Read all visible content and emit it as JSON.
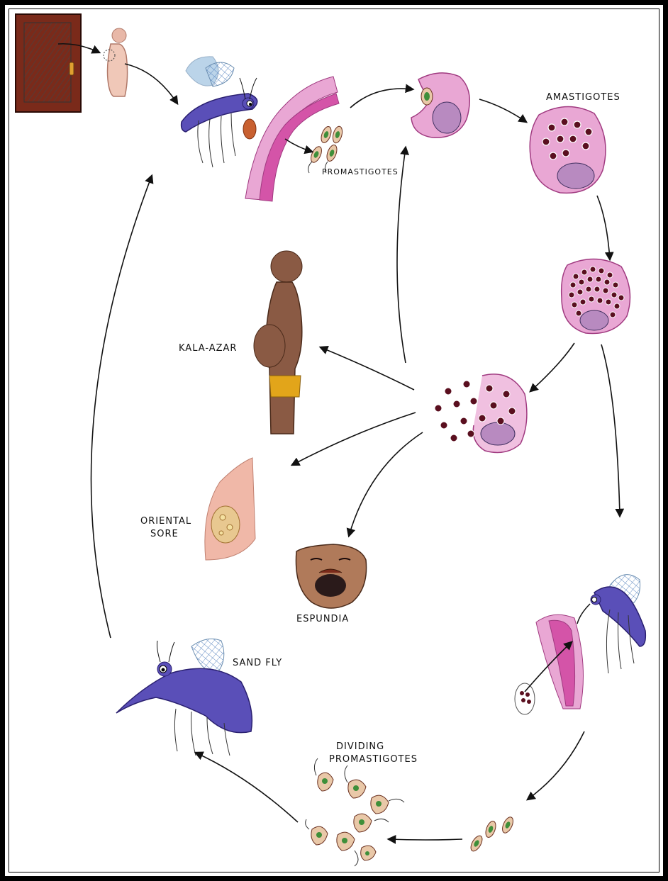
{
  "labels": {
    "amastigotes": "AMASTIGOTES",
    "promastigotes": "PROMASTIGOTES",
    "kala_azar": "KALA-AZAR",
    "oriental_sore_line1": "ORIENTAL",
    "oriental_sore_line2": "SORE",
    "espundia": "ESPUNDIA",
    "sand_fly": "SAND FLY",
    "dividing_line1": "DIVIDING",
    "dividing_line2": "PROMASTIGOTES"
  },
  "colors": {
    "frame": "#000000",
    "door": "#7a2a1a",
    "fly_body": "#5a4fb8",
    "fly_wing": "#9fc3e0",
    "cell": "#e9a7d4",
    "tissue": "#d454a8",
    "amastigote": "#5a0f1f",
    "parasite_green": "#3f8f3a",
    "skin": "#c98b6a",
    "child": "#8a5a44",
    "shorts": "#e2a51a"
  }
}
